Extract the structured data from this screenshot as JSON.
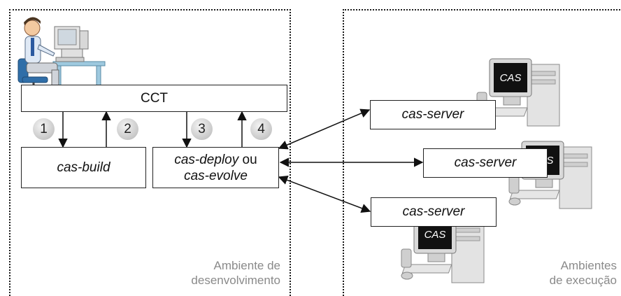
{
  "cct": {
    "label": "CCT"
  },
  "steps": [
    "1",
    "2",
    "3",
    "4"
  ],
  "build": {
    "label": "cas-build"
  },
  "deploy": {
    "line1_italic": "cas-deploy",
    "line1_rest": " ou",
    "line2_italic": "cas-evolve"
  },
  "servers": [
    {
      "label": "cas-server",
      "screen_text": "CAS"
    },
    {
      "label": "cas-server",
      "screen_text": "CAS"
    },
    {
      "label": "cas-server",
      "screen_text": "CAS"
    }
  ],
  "zones": {
    "dev": {
      "line1": "Ambiente de",
      "line2": "desenvolvimento"
    },
    "exec": {
      "line1": "Ambientes",
      "line2": "de execução"
    }
  }
}
